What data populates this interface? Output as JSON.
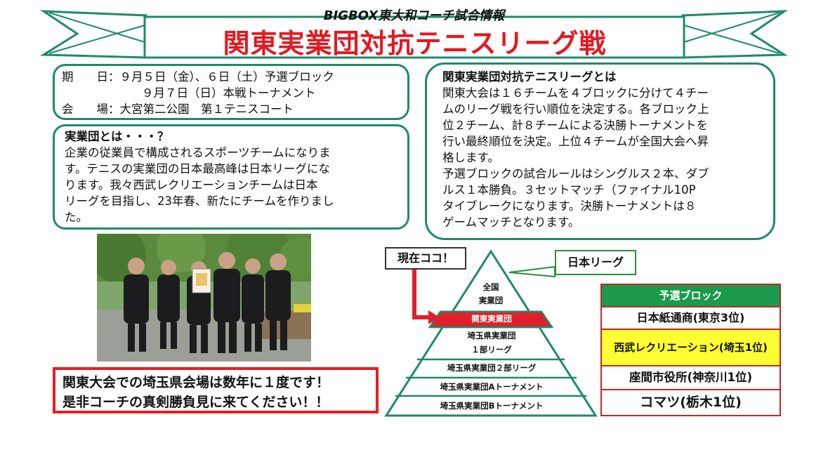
{
  "header": {
    "subtitle": "BIGBOX東大和コーチ試合情報",
    "title": "関東実業団対抗テニスリーグ戦"
  },
  "schedule": {
    "date_label": "期　　日：",
    "date_line1": "９月５日（金）、６日（土）予選ブロック",
    "date_line2": "９月７日（日）本戦トーナメント",
    "venue_label": "会　　場：",
    "venue": "大宮第二公園　第１テニスコート"
  },
  "about_corporate": {
    "heading": "実業団とは・・・？",
    "lines": [
      "企業の従業員で構成されるスポーツチームになりま",
      "す。テニスの実業団の日本最高峰は日本リーグにな",
      "ります。我々西武レクリエーションチームは日本",
      "リーグを目指し、23年春、新たにチームを作りまし",
      "た。"
    ]
  },
  "about_league": {
    "heading": "関東実業団対抗テニスリーグとは",
    "lines": [
      "関東大会は１６チームを４ブロックに分けて４チー",
      "ムのリーグ戦を行い順位を決定する。各ブロック上",
      "位２チーム、計８チームによる決勝トーナメントを",
      "行い最終順位を決定。上位４チームが全国大会へ昇",
      "格します。",
      "予選ブロックの試合ルールはシングルス２本、ダブ",
      "ルス１本勝負。３セットマッチ（ファイナル10P",
      "タイブレークになります。決勝トーナメントは８",
      "ゲームマッチとなります。"
    ]
  },
  "notice": {
    "line1": "関東大会での埼玉県会場は数年に１度です！",
    "line2": "是非コーチの真剣勝負見に来てください！！"
  },
  "pyramid": {
    "current_callout": "現在ココ！",
    "japan_league_callout": "日本リーグ",
    "levels": {
      "national_1": "全国",
      "national_2": "実業団",
      "kanto": "関東実業団",
      "saitama1_1": "埼玉県実業団",
      "saitama1_2": "１部リーグ",
      "saitama2": "埼玉県実業団２部リーグ",
      "saitamaA": "埼玉県実業団Aトーナメント",
      "saitamaB": "埼玉県実業団Bトーナメント"
    },
    "colors": {
      "frame": "#1f8a6a",
      "highlight": "#e0202a"
    }
  },
  "preliminary_block": {
    "header": "予選ブロック",
    "teams": [
      "日本紙通商(東京3位)",
      "西武レクリエーション(埼玉1位)",
      "座間市役所(神奈川1位)",
      "コマツ(栃木1位)"
    ],
    "colors": {
      "header_bg": "#1a9a4a",
      "highlight_bg": "#ffff33",
      "border": "#c0282a"
    }
  }
}
